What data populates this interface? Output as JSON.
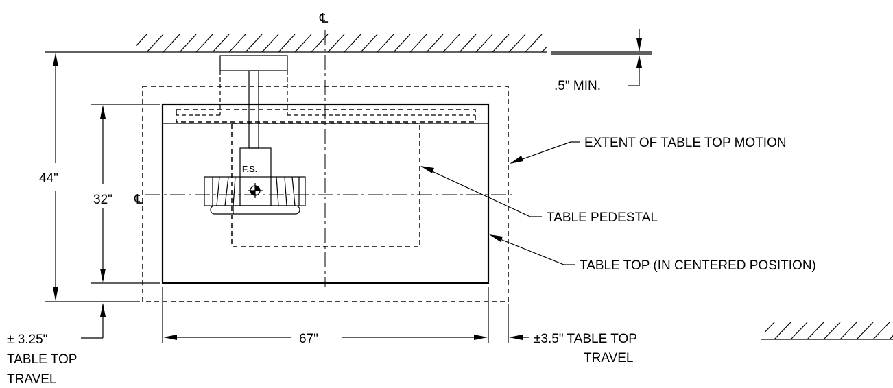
{
  "labels": {
    "centerline_top": "℄",
    "centerline_left": "℄",
    "min_clearance": ".5\" MIN.",
    "extent_motion": "EXTENT OF TABLE TOP MOTION",
    "pedestal": "TABLE PEDESTAL",
    "table_top": "TABLE TOP (IN CENTERED POSITION)",
    "overall_height": "44\"",
    "table_height": "32\"",
    "table_width": "67\"",
    "vertical_travel_line1": "± 3.25\"",
    "vertical_travel_line2": "TABLE TOP",
    "vertical_travel_line3": "TRAVEL",
    "horizontal_travel_line1": "±3.5\" TABLE TOP",
    "horizontal_travel_line2": "TRAVEL",
    "fs_label": "F.S."
  }
}
